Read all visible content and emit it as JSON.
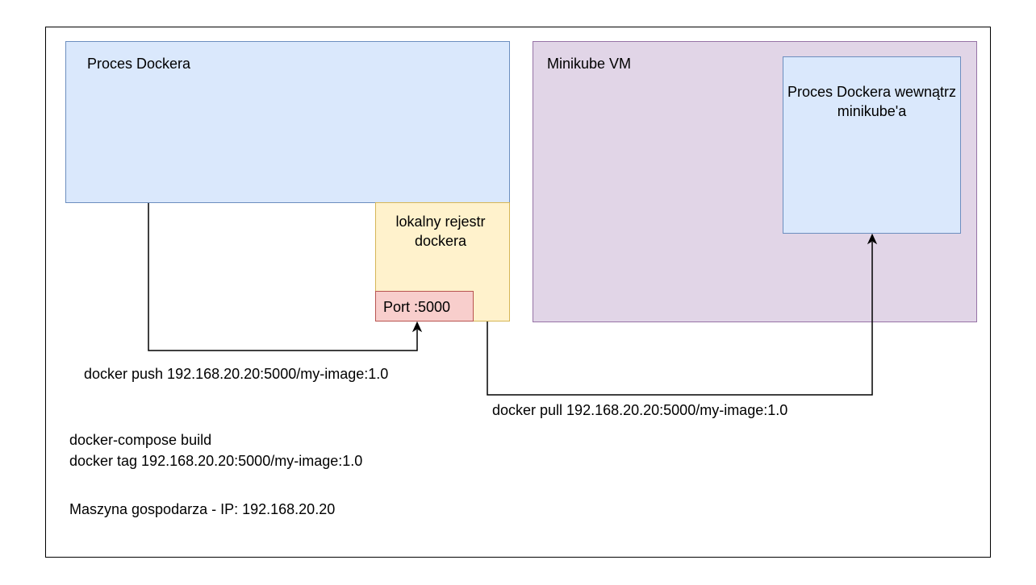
{
  "host": {
    "label": "Maszyna gospodarza - IP: 192.168.20.20",
    "commands": [
      "docker-compose build",
      "docker tag 192.168.20.20:5000/my-image:1.0"
    ]
  },
  "docker_process": {
    "label": "Proces Dockera",
    "fill": "#dae8fc",
    "stroke": "#6c8ebf"
  },
  "registry": {
    "label": "lokalny rejestr dockera",
    "fill": "#fff2cc",
    "stroke": "#d6b656",
    "port": {
      "label": "Port :5000",
      "fill": "#f8cecc",
      "stroke": "#b85450"
    }
  },
  "minikube": {
    "label": "Minikube VM",
    "fill": "#e1d5e7",
    "stroke": "#9673a6",
    "inner_process": {
      "label": "Proces Dockera wewnątrz minikube'a"
    }
  },
  "edges": {
    "push": {
      "label": "docker push 192.168.20.20:5000/my-image:1.0"
    },
    "pull": {
      "label": "docker pull 192.168.20.20:5000/my-image:1.0"
    }
  }
}
